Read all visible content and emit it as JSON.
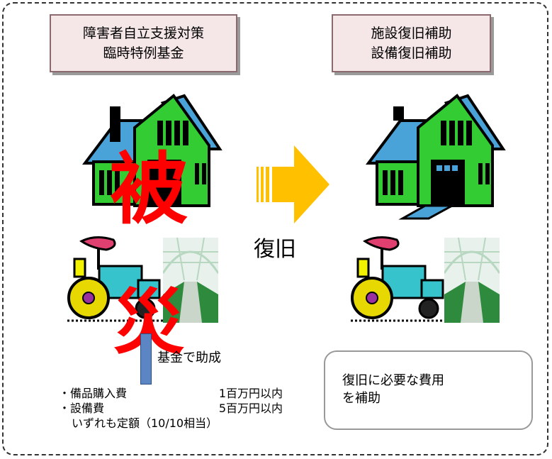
{
  "left_box": {
    "line1": "障害者自立支援対策",
    "line2": "臨時特例基金"
  },
  "right_box": {
    "line1": "施設復旧補助",
    "line2": "設備復旧補助"
  },
  "disaster": {
    "char1": "被",
    "char2": "災"
  },
  "arrow_label": "復旧",
  "grant_label": "基金で助成",
  "subsidy_list": {
    "items": [
      {
        "bullet": "・",
        "name": "備品購入費",
        "amount": "1百万円以内"
      },
      {
        "bullet": "・",
        "name": "設備費",
        "amount": "5百万円以内"
      }
    ],
    "note": "いずれも定額（10/10相当）"
  },
  "info_box": {
    "line1": "復旧に必要な費用",
    "line2": "を補助"
  },
  "colors": {
    "roof": "#4aa3d8",
    "house": "#33cc33",
    "arrow": "#ffc000",
    "disaster": "#ff0000",
    "greenhouse_frame": "#b7d7c0",
    "tractor_body": "#36c3cc",
    "tractor_seat": "#f2f200",
    "flag": "#e04070"
  }
}
